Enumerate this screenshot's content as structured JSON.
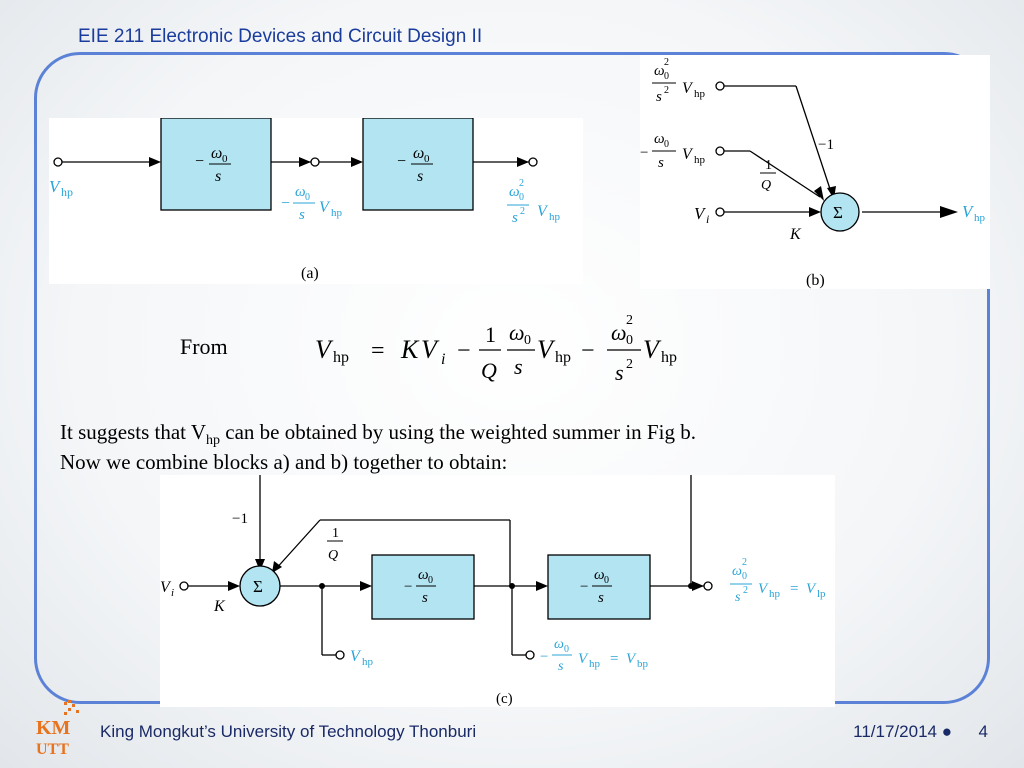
{
  "header": {
    "title": "EIE 211 Electronic Devices and Circuit Design II"
  },
  "fig_a": {
    "caption": "(a)",
    "block_neg": "−",
    "block_num": "ω",
    "block_sub": "0",
    "block_den": "s",
    "input_V": "V",
    "input_sub": "hp",
    "mid_neg": "−",
    "mid_num": "ω",
    "mid_sub": "0",
    "mid_den": "s",
    "mid_V": "V",
    "mid_Vsub": "hp",
    "out_num": "ω",
    "out_sub": "0",
    "out_sup": "2",
    "out_den": "s",
    "out_den_sup": "2",
    "out_V": "V",
    "out_Vsub": "hp"
  },
  "fig_b": {
    "caption": "(b)",
    "in1_num": "ω",
    "in1_sub": "0",
    "in1_sup": "2",
    "in1_den": "s",
    "in1_den_sup": "2",
    "in1_V": "V",
    "in1_Vsub": "hp",
    "in2_neg": "−",
    "in2_num": "ω",
    "in2_sub": "0",
    "in2_den": "s",
    "in2_V": "V",
    "in2_Vsub": "hp",
    "in3_V": "V",
    "in3_sub": "i",
    "gain1": "−1",
    "gain2_num": "1",
    "gain2_den": "Q",
    "gain3": "K",
    "sum": "Σ",
    "out_V": "V",
    "out_sub": "hp"
  },
  "equation": {
    "from": "From",
    "lhs_V": "V",
    "lhs_sub": "hp",
    "eq": "=",
    "K": "K",
    "V1": "V",
    "V1sub": "i",
    "minus1": "−",
    "f1_num": "1",
    "f1_den": "Q",
    "f2_num": "ω",
    "f2_sub": "0",
    "f2_den": "s",
    "V2": "V",
    "V2sub": "hp",
    "minus2": "−",
    "f3_num": "ω",
    "f3_sub": "0",
    "f3_sup": "2",
    "f3_den": "s",
    "f3_den_sup": "2",
    "V3": "V",
    "V3sub": "hp"
  },
  "body": {
    "line1_a": "It suggests that V",
    "line1_sub": "hp",
    "line1_b": " can be obtained by using the weighted summer in Fig b.",
    "line2": "Now we combine blocks a) and b) together to obtain:"
  },
  "fig_c": {
    "caption": "(c)",
    "gain1": "−1",
    "gain2_num": "1",
    "gain2_den": "Q",
    "in_V": "V",
    "in_sub": "i",
    "gainK": "K",
    "sum": "Σ",
    "block_neg": "−",
    "block_num": "ω",
    "block_sub": "0",
    "block_den": "s",
    "hp_V": "V",
    "hp_sub": "hp",
    "bp_neg": "−",
    "bp_num": "ω",
    "bp_sub": "0",
    "bp_den": "s",
    "bp_V": "V",
    "bp_Vsub": "hp",
    "bp_eq": "=",
    "bp_V2": "V",
    "bp_V2sub": "bp",
    "lp_num": "ω",
    "lp_sub": "0",
    "lp_sup": "2",
    "lp_den": "s",
    "lp_den_sup": "2",
    "lp_V": "V",
    "lp_Vsub": "hp",
    "lp_eq": "=",
    "lp_V2": "V",
    "lp_V2sub": "lp"
  },
  "footer": {
    "university": "King Mongkut’s University of Technology Thonburi",
    "date": "11/17/2014",
    "page": "4",
    "logo_top": "KM",
    "logo_bottom": "UTT"
  },
  "colors": {
    "title": "#1a3c9c",
    "frame": "#5b82d6",
    "block_fill": "#b3e4f2",
    "label_blue": "#2aa4d8",
    "logo_orange": "#e8731e"
  }
}
